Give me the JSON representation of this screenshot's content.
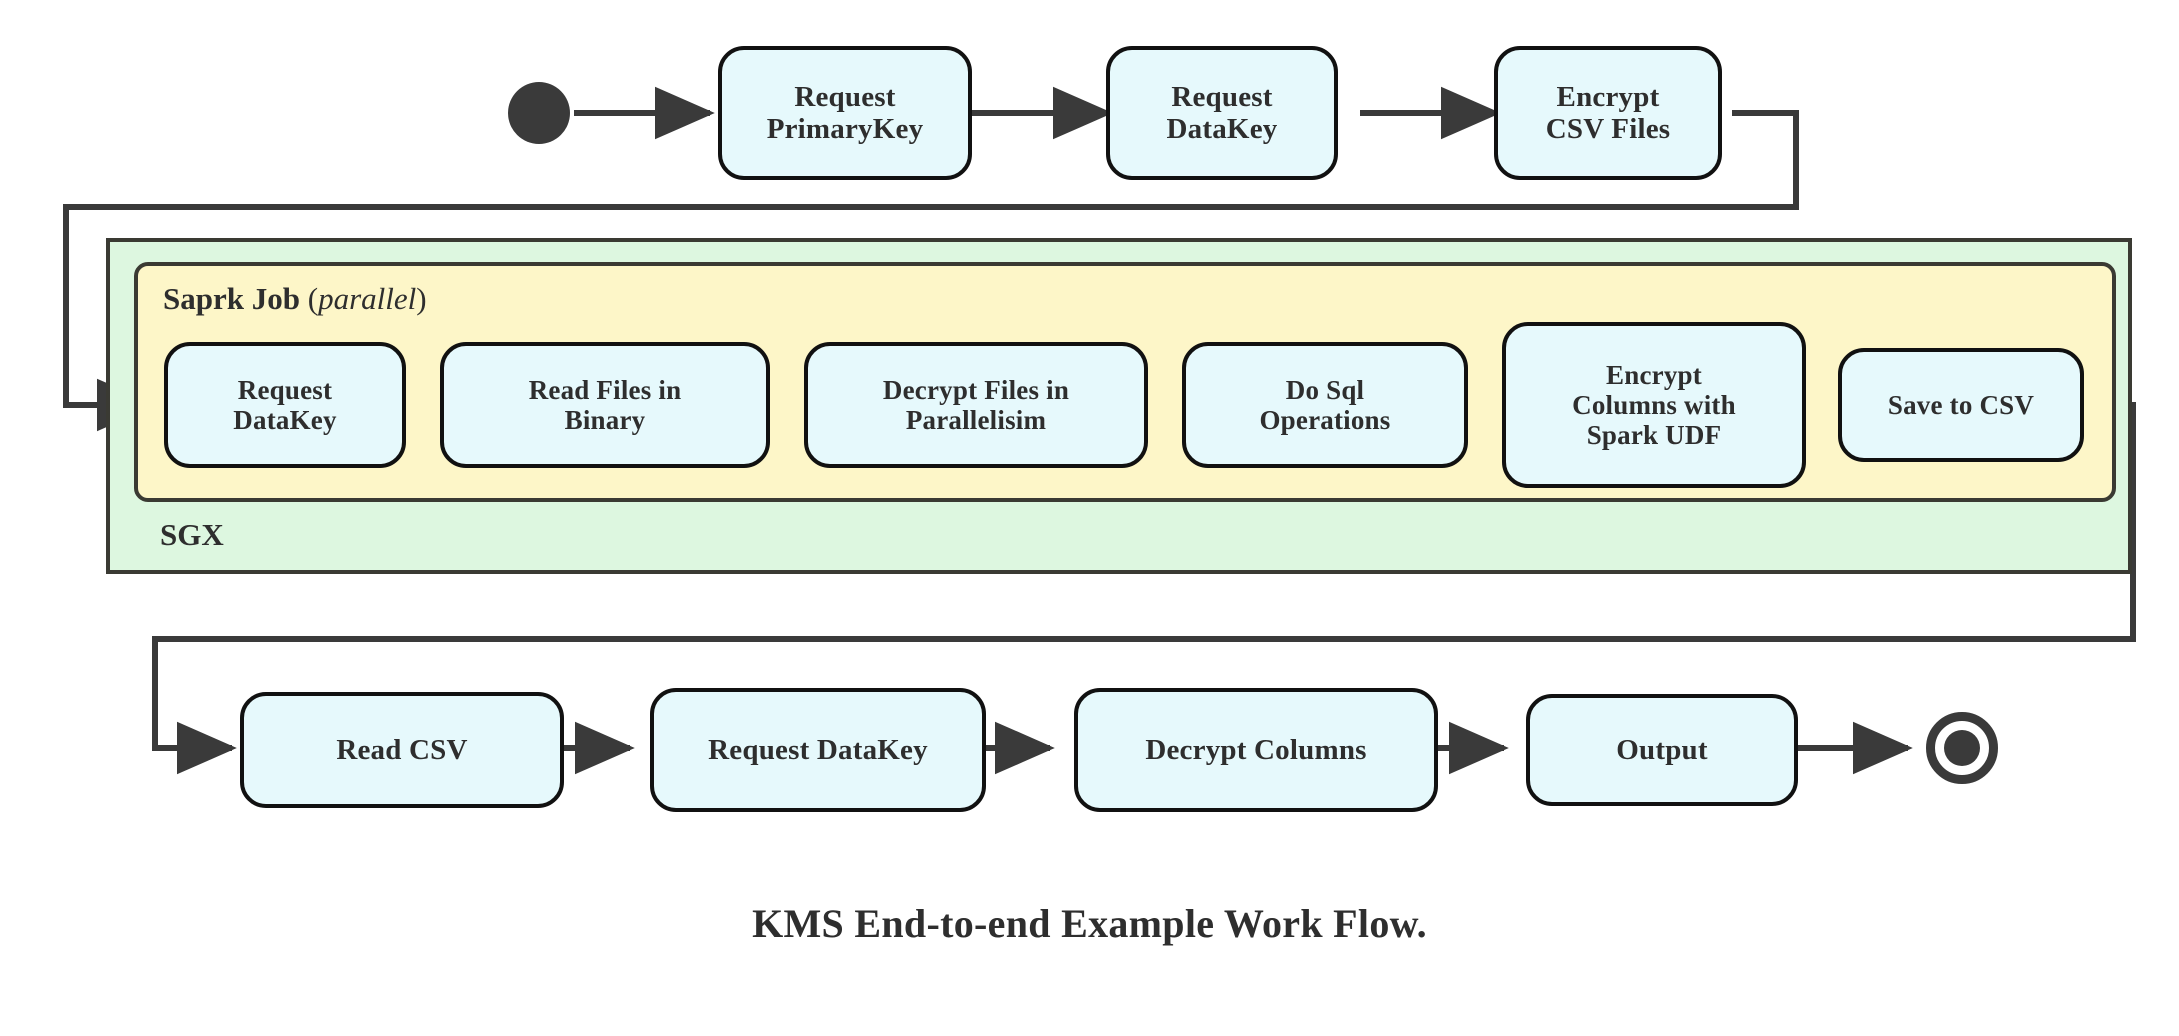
{
  "diagram": {
    "caption": "KMS End-to-end Example Work Flow.",
    "colors": {
      "node_fill": "#e6f9fc",
      "node_stroke": "#111111",
      "sgx_fill": "#ddf7e0",
      "spark_fill": "#fdf6c8",
      "container_stroke": "#3a3a33",
      "connector": "#3a3a3a",
      "text": "#2e2e2e",
      "background": "#ffffff"
    },
    "markers": {
      "start_node_name": "start-node",
      "end_node_name": "end-node"
    },
    "containers": {
      "sgx": {
        "label": "SGX"
      },
      "spark": {
        "label_bold": "Saprk Job",
        "label_paren_open": "(",
        "label_italic": "parallel",
        "label_paren_close": ")"
      }
    },
    "row_top": [
      {
        "id": "request-primarykey",
        "lines": [
          "Request",
          "PrimaryKey"
        ]
      },
      {
        "id": "request-datakey-top",
        "lines": [
          "Request",
          "DataKey"
        ]
      },
      {
        "id": "encrypt-csv-files",
        "lines": [
          "Encrypt",
          "CSV Files"
        ]
      }
    ],
    "row_spark": [
      {
        "id": "request-datakey-spark",
        "lines": [
          "Request",
          "DataKey"
        ]
      },
      {
        "id": "read-files-in-binary",
        "lines": [
          "Read Files in",
          "Binary"
        ]
      },
      {
        "id": "decrypt-files-in-parallelisim",
        "lines": [
          "Decrypt Files in",
          "Parallelisim"
        ]
      },
      {
        "id": "do-sql-operations",
        "lines": [
          "Do Sql",
          "Operations"
        ]
      },
      {
        "id": "encrypt-columns-with-spark-udf",
        "lines": [
          "Encrypt",
          "Columns with",
          "Spark UDF"
        ]
      },
      {
        "id": "save-to-csv",
        "lines": [
          "Save to CSV"
        ]
      }
    ],
    "row_bottom": [
      {
        "id": "read-csv",
        "lines": [
          "Read CSV"
        ]
      },
      {
        "id": "request-datakey-bottom",
        "lines": [
          "Request DataKey"
        ]
      },
      {
        "id": "decrypt-columns",
        "lines": [
          "Decrypt Columns"
        ]
      },
      {
        "id": "output",
        "lines": [
          "Output"
        ]
      }
    ]
  }
}
